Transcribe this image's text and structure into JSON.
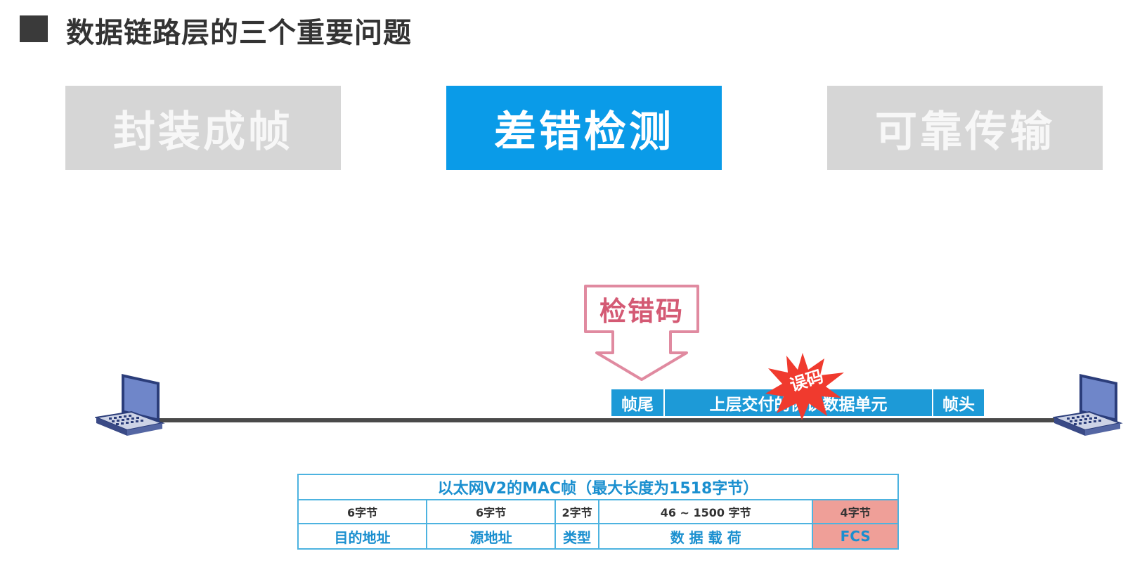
{
  "header": {
    "title": "数据链路层的三个重要问题"
  },
  "topics": [
    {
      "label": "封装成帧",
      "state": "inactive"
    },
    {
      "label": "差错检测",
      "state": "active"
    },
    {
      "label": "可靠传输",
      "state": "inactive"
    }
  ],
  "diagram": {
    "callout_label": "检错码",
    "error_label": "误码",
    "frame": {
      "tail": "帧尾",
      "payload": "上层交付的协议数据单元",
      "head": "帧头"
    }
  },
  "mac_table": {
    "caption": "以太网V2的MAC帧（最大长度为1518字节）",
    "fields": [
      {
        "size": "6字节",
        "name": "目的地址"
      },
      {
        "size": "6字节",
        "name": "源地址"
      },
      {
        "size": "2字节",
        "name": "类型"
      },
      {
        "size": "46 ~ 1500 字节",
        "name": "数 据 载 荷"
      },
      {
        "size": "4字节",
        "name": "FCS"
      }
    ]
  },
  "colors": {
    "active": "#0a9be8",
    "inactive": "#d6d6d6",
    "frame": "#1d9ad7",
    "callout": "#d45a74",
    "error": "#f03a2e",
    "fcs": "#ef9f98"
  }
}
